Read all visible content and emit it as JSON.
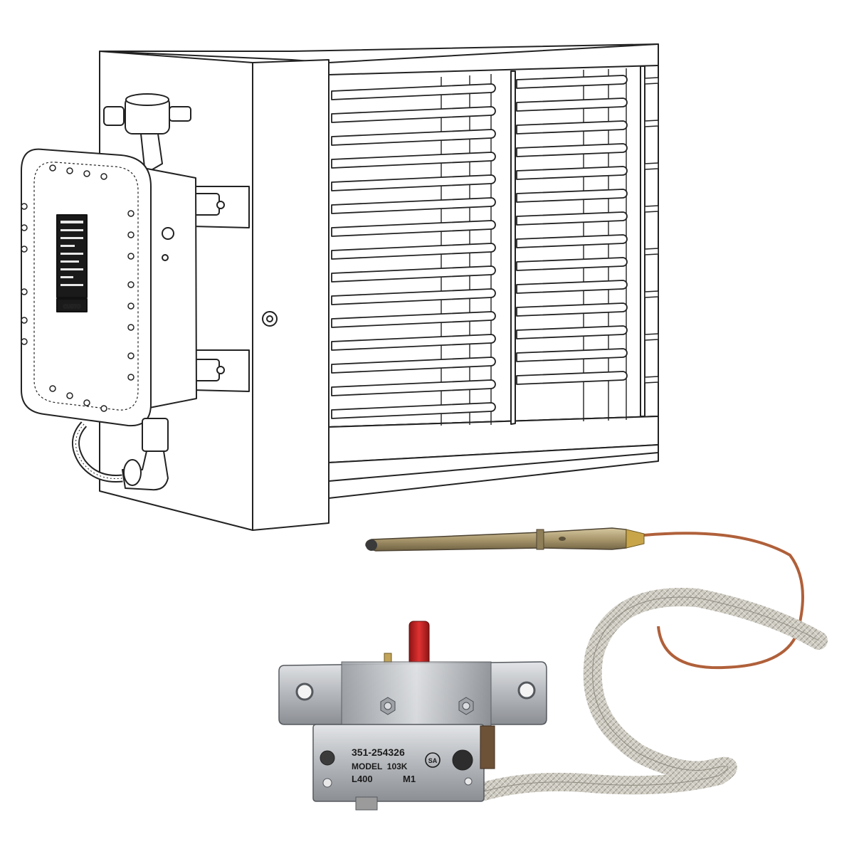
{
  "colors": {
    "line": "#222222",
    "paper": "#ffffff",
    "steel": "#b9bcc0",
    "steel_dark": "#7d8186",
    "brass": "#a8966c",
    "copper": "#b0603a",
    "sleeve": "#c9c6bd",
    "red_button": "#c41f1f",
    "nameplate": "#1a1a1a"
  },
  "illustration": {
    "subject": "duct heater with explosion-proof terminal box",
    "nameplate_logo": "CUSTO"
  },
  "photo": {
    "subject": "capillary limit thermostat",
    "label": {
      "part_number": "351-254326",
      "model": "MODEL  103K",
      "code_left": "L400",
      "code_right": "M1",
      "cert_mark": "SA"
    }
  }
}
